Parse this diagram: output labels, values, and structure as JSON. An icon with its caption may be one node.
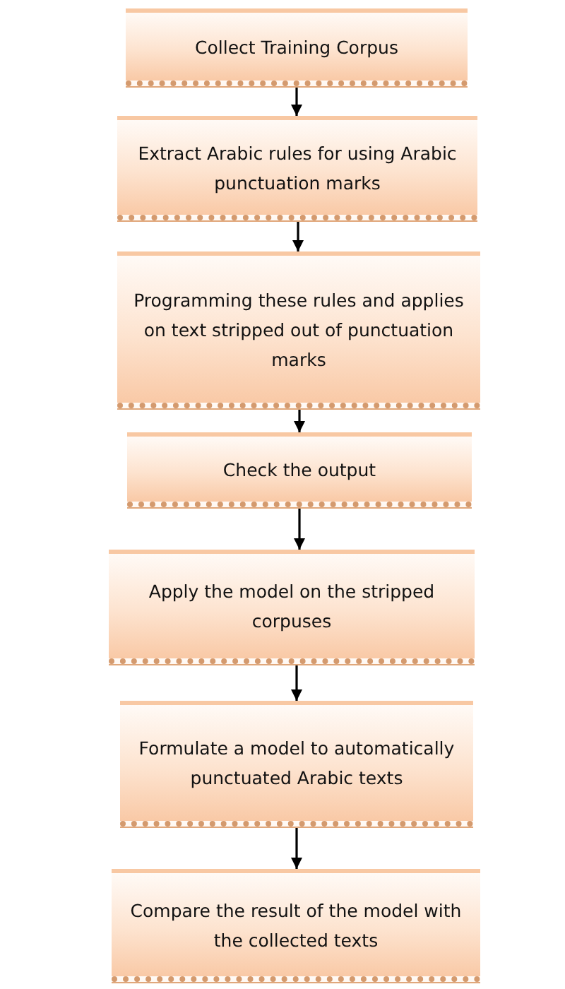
{
  "diagram": {
    "nodes": [
      {
        "text": [
          "Collect Training Corpus"
        ]
      },
      {
        "text": [
          "Extract Arabic rules for using Arabic punctuation marks"
        ]
      },
      {
        "text": [
          "Programming these rules and applies on text stripped out of punctuation marks"
        ]
      },
      {
        "text": [
          "Check the output"
        ]
      },
      {
        "text": [
          "Apply the model on the stripped corpuses"
        ]
      },
      {
        "text": [
          "Formulate a model to automatically punctuated Arabic texts"
        ]
      },
      {
        "text": [
          "Compare the result of the model with the collected texts"
        ]
      }
    ],
    "edges": [
      {
        "from": 0,
        "to": 1,
        "arrow": "to"
      },
      {
        "from": 1,
        "to": 2,
        "arrow": "to"
      },
      {
        "from": 2,
        "to": 3,
        "arrow": "to"
      },
      {
        "from": 3,
        "to": 4,
        "arrow": "to"
      },
      {
        "from": 4,
        "to": 5,
        "arrow": "to"
      },
      {
        "from": 5,
        "to": 6,
        "arrow": "to"
      }
    ]
  }
}
